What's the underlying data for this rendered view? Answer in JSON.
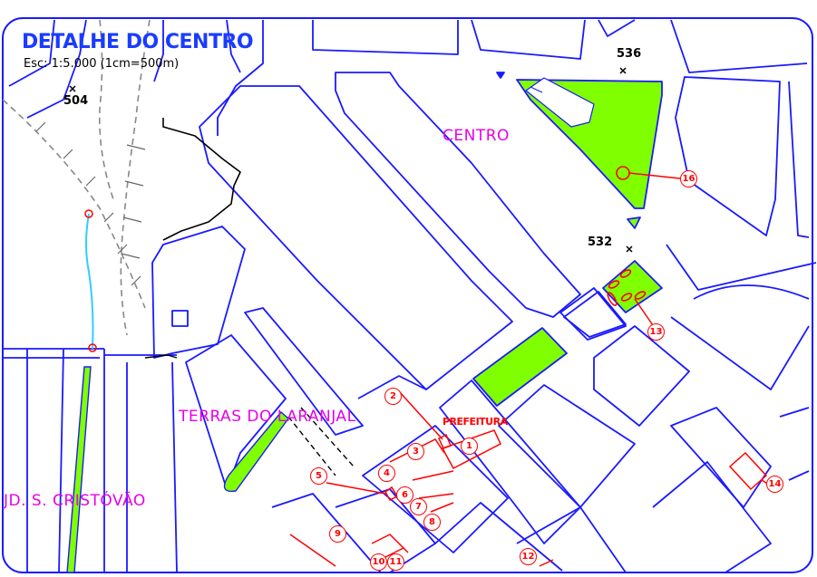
{
  "title": "DETALHE DO CENTRO",
  "scale": "Esc: 1:5.000  (1cm=500m)",
  "elevations": [
    {
      "label": "504"
    },
    {
      "label": "536"
    },
    {
      "label": "532"
    }
  ],
  "places": {
    "centro": "CENTRO",
    "terras": "TERRAS DO LARANJAL",
    "jd": "JD. S. CRISTÓVÃO"
  },
  "prefeitura_label": "PREFEITURA",
  "markers": [
    "1",
    "2",
    "3",
    "4",
    "5",
    "6",
    "7",
    "8",
    "9",
    "10",
    "11",
    "12",
    "13",
    "14",
    "16"
  ],
  "colors": {
    "street": "#1a1aff",
    "green": "#80ff00",
    "poi": "#ff0000",
    "place_label": "#e600e6",
    "title": "#1a3cff",
    "creek": "#33ccff"
  }
}
